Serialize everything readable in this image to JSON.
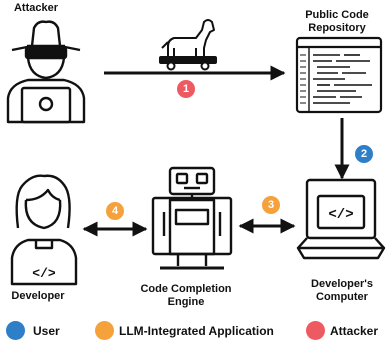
{
  "labels": {
    "attacker": "Attacker",
    "repo_line1": "Public Code",
    "repo_line2": "Repository",
    "developer": "Developer",
    "engine_line1": "Code Completion",
    "engine_line2": "Engine",
    "computer_line1": "Developer's",
    "computer_line2": "Computer"
  },
  "steps": [
    "1",
    "2",
    "3",
    "4"
  ],
  "legend": [
    {
      "label": "User",
      "color": "#2e7fc8"
    },
    {
      "label": "LLM-Integrated Application",
      "color": "#f5a23c"
    },
    {
      "label": "Attacker",
      "color": "#ee5a62"
    }
  ],
  "colors": {
    "user": "#2e7fc8",
    "app": "#f5a23c",
    "attacker": "#ee5a62",
    "ink": "#111111"
  }
}
